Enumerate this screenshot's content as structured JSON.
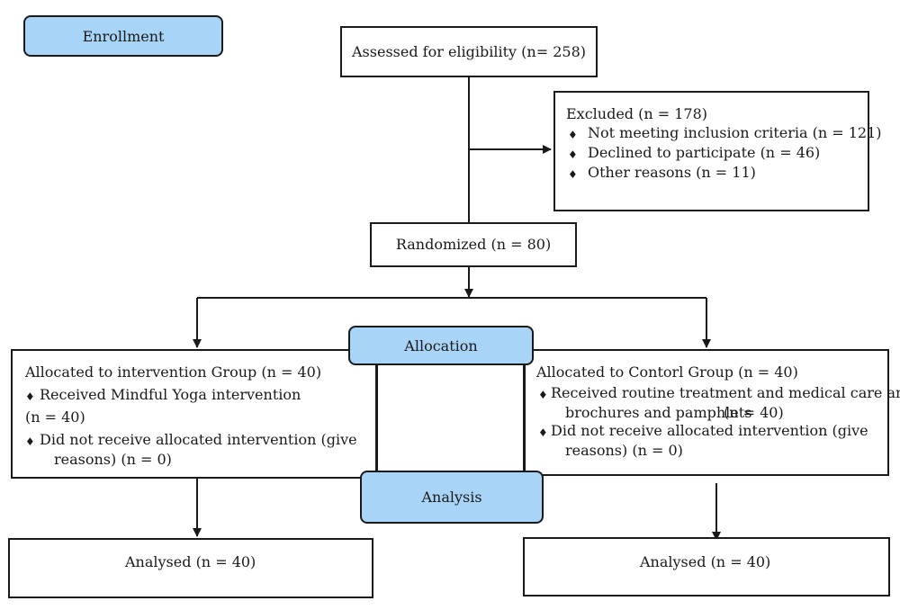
{
  "labels": {
    "enrollment": "Enrollment",
    "allocation": "Allocation",
    "analysis": "Analysis"
  },
  "assessed": "Assessed for eligibility (n= 258)",
  "excluded": {
    "title": "Excluded (n = 178)",
    "items": [
      "Not meeting inclusion criteria (n  = 121)",
      "Declined to participate (n = 46)",
      "Other reasons (n = 11)"
    ]
  },
  "randomized": "Randomized (n = 80)",
  "intervention": {
    "title": "Allocated to intervention Group (n = 40)",
    "received": "Received Mindful Yoga intervention",
    "received_n": "(n = 40)",
    "not_received": "Did not receive allocated intervention (give",
    "not_received_cont": "reasons) (n = 0)",
    "analysed": "Analysed  (n = 40)"
  },
  "control": {
    "title": "Allocated to Contorl Group (n = 40)",
    "received": "Received routine treatment and medical care and",
    "received_cont": "brochures and pamphlets",
    "received_n": "(n = 40)",
    "not_received": "Did not receive allocated intervention (give",
    "not_received_cont": "reasons) (n = 0)",
    "analysed": "Analysed  (n = 40)"
  },
  "bullet": "♦",
  "colors": {
    "stage_label_fill": "#a8d4f8",
    "line": "#1a1a1a"
  }
}
